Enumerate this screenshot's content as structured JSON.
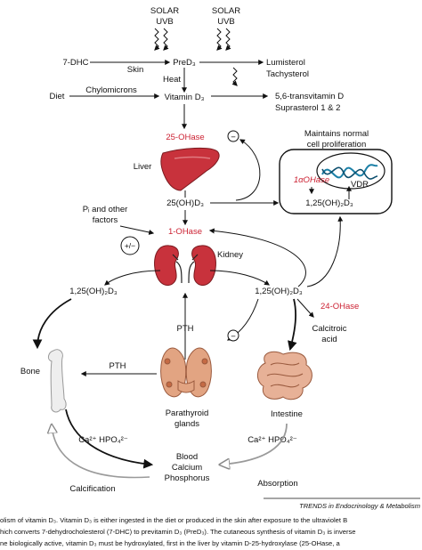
{
  "labels": {
    "solar_uvb_1": [
      "SOLAR",
      "UVB"
    ],
    "solar_uvb_2": [
      "SOLAR",
      "UVB"
    ],
    "dhc": "7-DHC",
    "skin": "Skin",
    "pred3": "PreD₃",
    "lumisterol": "Lumisterol",
    "tachysterol": "Tachysterol",
    "heat": "Heat",
    "diet": "Diet",
    "chylomicrons": "Chylomicrons",
    "vitamin_d3": "Vitamin D₃",
    "transvitamin": "5,6-transvitamin D",
    "suprasterol": "Suprasterol 1 & 2",
    "ohase25": "25-OHase",
    "liver": "Liver",
    "oh25d3": "25(OH)D₃",
    "maintains": [
      "Maintains normal",
      "cell proliferation"
    ],
    "one_alpha_ohase": "1αOHase",
    "vdr": "VDR",
    "oh125_cell": "1,25(OH)₂D₃",
    "pi_factors": [
      "Pᵢ and other",
      "factors"
    ],
    "one_ohase": "1-OHase",
    "plus_minus": "+/−",
    "kidney": "Kidney",
    "oh125_left": "1,25(OH)₂D₃",
    "oh125_right": "1,25(OH)₂D₃",
    "ohase24": "24-OHase",
    "calcitroic": [
      "Calcitroic",
      "acid"
    ],
    "pth_up": "PTH",
    "pth_left": "PTH",
    "bone": "Bone",
    "parathyroid": [
      "Parathyroid",
      "glands"
    ],
    "intestine": "Intestine",
    "ca_hpo_left": "Ca²⁺ HPO₄²⁻",
    "ca_hpo_right": "Ca²⁺ HPO₄²⁻",
    "blood": [
      "Blood",
      "Calcium",
      "Phosphorus"
    ],
    "calcification": "Calcification",
    "absorption": "Absorption",
    "journal": "TRENDS in Endocrinology & Metabolism",
    "minus_sign": "−"
  },
  "caption": [
    "olism of vitamin D₃. Vitamin D₃ is either ingested in the diet or produced in the skin after exposure to the ultraviolet B",
    "hich converts 7-dehydrocholesterol (7-DHC) to previtamin D₃ (PreD₃). The cutaneous synthesis of vitamin D₃ is inverse",
    "ne biologically active, vitamin D₃ must be hydroxylated, first in the liver by vitamin D-25-hydroxylase (25-OHase, a"
  ],
  "colors": {
    "red_label": "#cc2233",
    "organ_red": "#c8323c",
    "parathyroid": "#e2a482",
    "intestine": "#e7b197",
    "bone": "#eeeeee",
    "gray_arrow": "#9a9a9a"
  }
}
